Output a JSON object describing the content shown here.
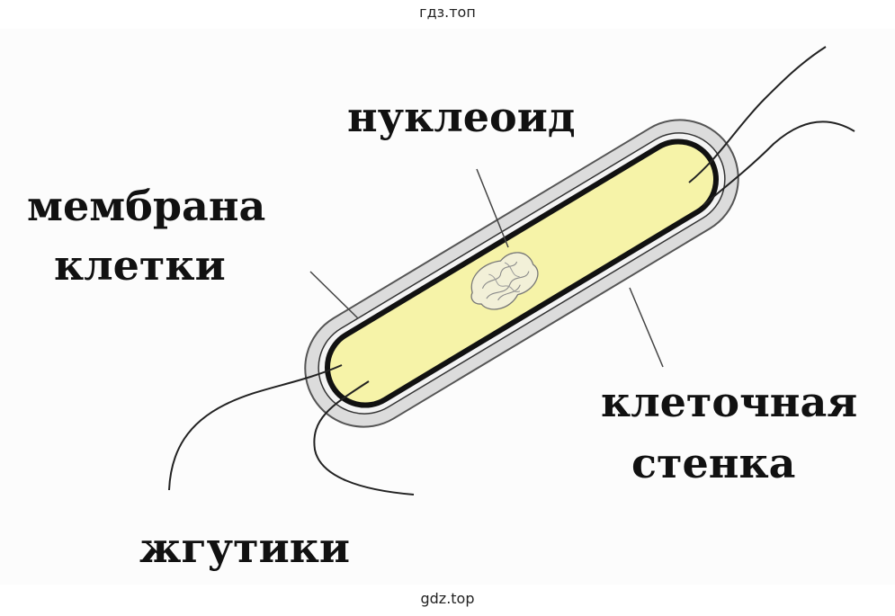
{
  "watermark": {
    "top": "гдз.топ",
    "bottom": "gdz.top"
  },
  "labels": {
    "nucleoid": "нуклеоид",
    "membrane_line1": "мембрана",
    "membrane_line2": "клетки",
    "cell_wall_line1": "клеточная",
    "cell_wall_line2": "стенка",
    "flagella": "жгутики"
  },
  "colors": {
    "cytoplasm": "#f6f3a8",
    "capsule": "#dcdcdc",
    "membrane": "#111111",
    "background": "#fcfcfc"
  }
}
